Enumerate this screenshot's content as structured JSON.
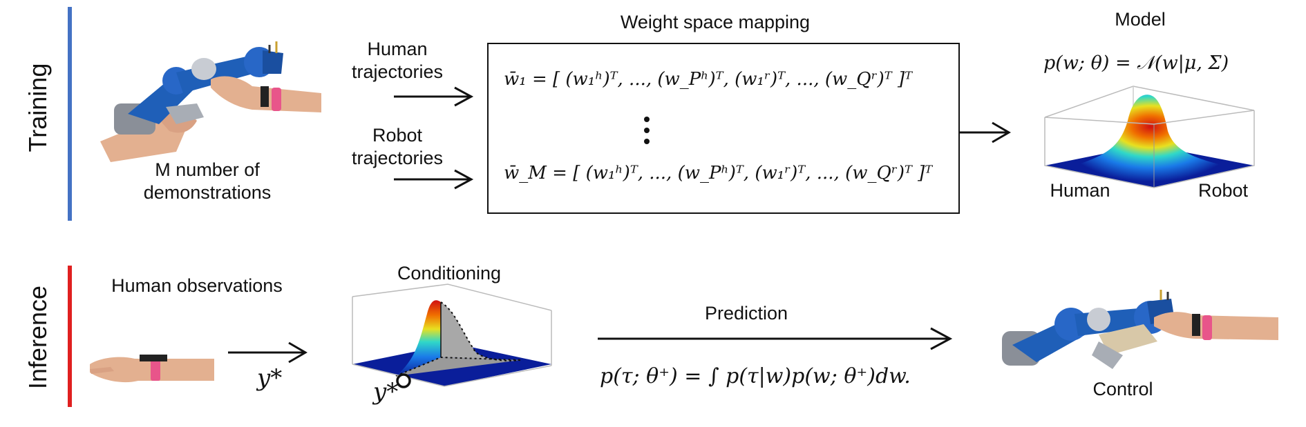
{
  "training": {
    "phase_label": "Training",
    "bar_color": "#4472C4",
    "demonstrations_label_line1": "M number of",
    "demonstrations_label_line2": "demonstrations",
    "human_traj_line1": "Human",
    "human_traj_line2": "trajectories",
    "robot_traj_line1": "Robot",
    "robot_traj_line2": "trajectories",
    "mapping_title": "Weight space mapping",
    "mapping_row1": "w̄₁ = [ (w₁ʰ)ᵀ, ..., (w_Pʰ)ᵀ,  (w₁ʳ)ᵀ, ..., (w_Qʳ)ᵀ ]ᵀ",
    "mapping_row2": "w̄_M = [ (w₁ʰ)ᵀ, ..., (w_Pʰ)ᵀ,  (w₁ʳ)ᵀ, ..., (w_Qʳ)ᵀ ]ᵀ",
    "model_title": "Model",
    "model_formula": "p(w; θ) = 𝒩(w|μ, Σ)",
    "model_axis_human": "Human",
    "model_axis_robot": "Robot"
  },
  "inference": {
    "phase_label": "Inference",
    "bar_color": "#E02020",
    "observations_label": "Human observations",
    "ystar_label": "y*",
    "conditioning_title": "Conditioning",
    "conditioning_ystar": "y*",
    "prediction_title": "Prediction",
    "prediction_formula": "p(τ; θ⁺) = ∫ p(τ|w)p(w; θ⁺)dw.",
    "control_label": "Control"
  },
  "colors": {
    "robot_blue": "#1F5FB8",
    "skin": "#E8B89A",
    "wristband": "#E8558A",
    "surface_base": "#0A1E9A"
  }
}
